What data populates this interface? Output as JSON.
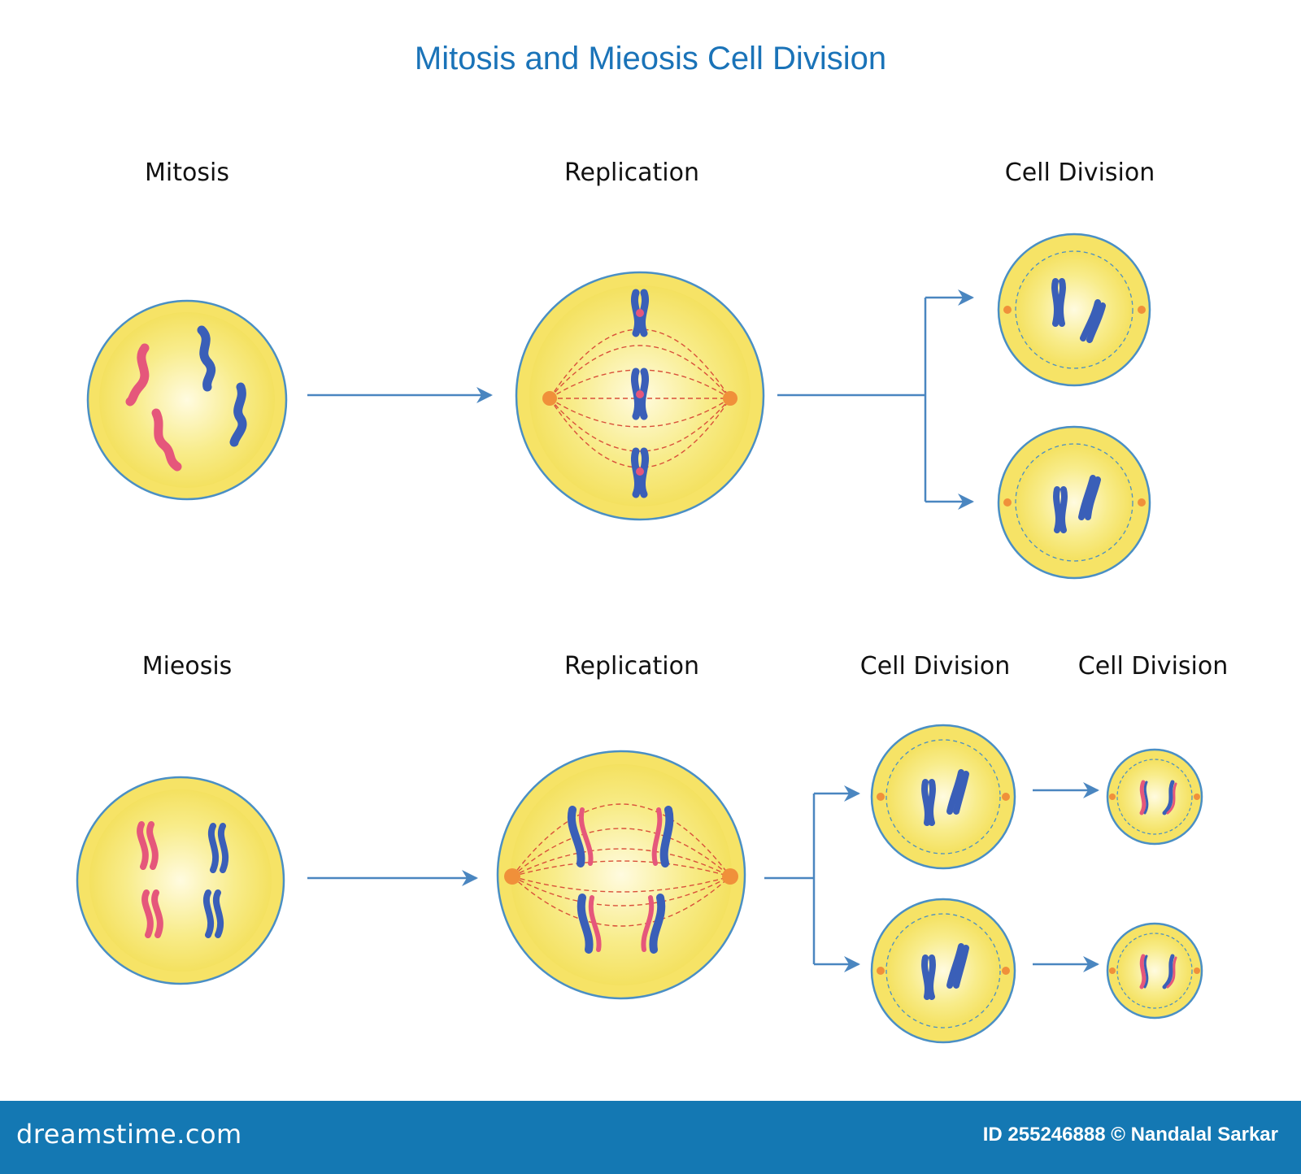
{
  "title": "Mitosis and Mieosis Cell Division",
  "rows": {
    "mitosis": {
      "labels": [
        "Mitosis",
        "Replication",
        "Cell Division"
      ]
    },
    "meiosis": {
      "labels": [
        "Mieosis",
        "Replication",
        "Cell Division",
        "Cell Division"
      ]
    }
  },
  "footer": {
    "site": "dreamstime.com",
    "credit": "ID 255246888 © Nandalal Sarkar"
  },
  "colors": {
    "title": "#1a73b8",
    "cell_fill": "#f6e66a",
    "cell_inner": "#fbf3b4",
    "cell_border": "#4a8fc4",
    "chromosome_pink": "#e5577b",
    "chromosome_blue": "#3a5fb8",
    "spindle": "#d9503a",
    "centrosome": "#f0903a",
    "arrow": "#4a86c0",
    "footer_bar": "#1478b3"
  }
}
